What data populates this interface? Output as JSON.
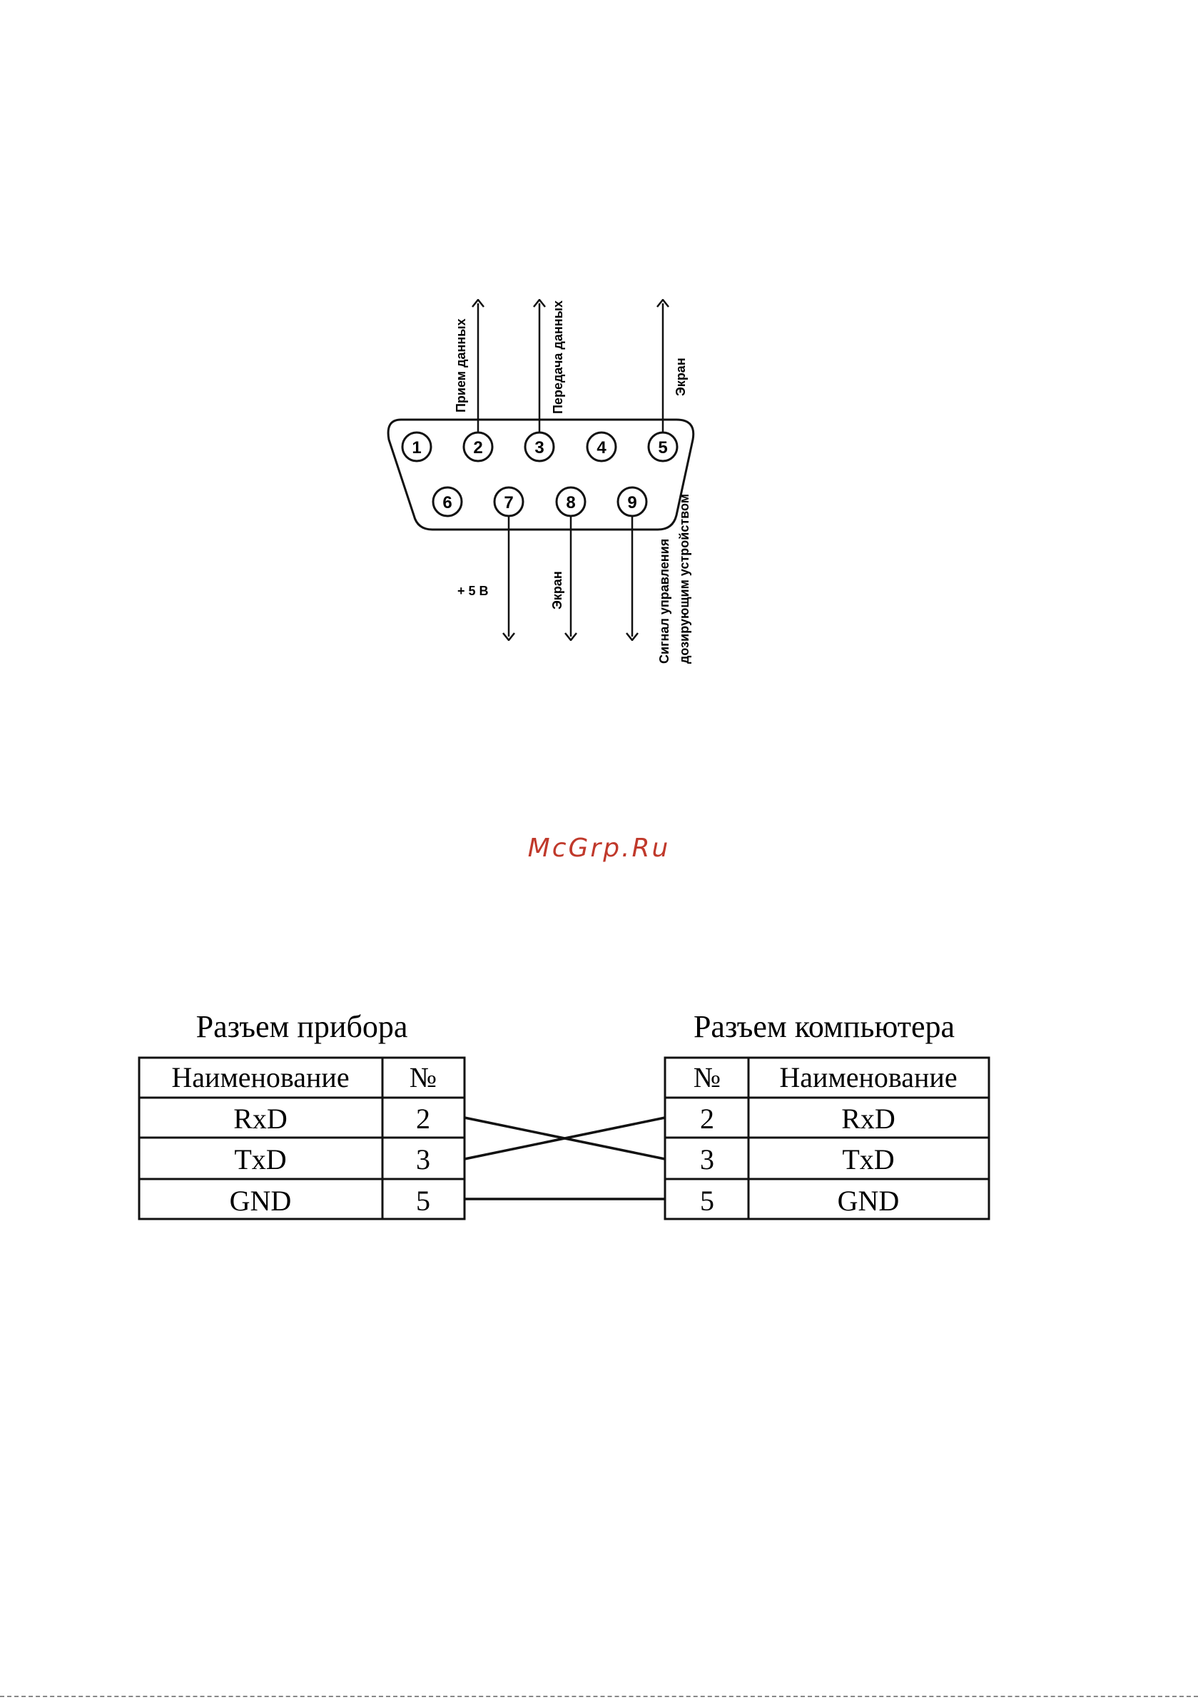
{
  "connector": {
    "top_pins": [
      "1",
      "2",
      "3",
      "4",
      "5"
    ],
    "bottom_pins": [
      "6",
      "7",
      "8",
      "9"
    ],
    "labels": {
      "pin2": "Прием данных",
      "pin3": "Передача данных",
      "pin5": "Экран",
      "pin7": "+ 5 В",
      "pin8": "Экран",
      "pin9_line1": "Сигнал управления",
      "pin9_line2": "дозирующим устройством"
    }
  },
  "watermark": {
    "text": "McGrp.Ru",
    "color": "#c0392b"
  },
  "wiring": {
    "device": {
      "title": "Разъем прибора",
      "headers": {
        "name": "Наименование",
        "num": "№"
      },
      "rows": [
        {
          "name": "RxD",
          "num": "2"
        },
        {
          "name": "TxD",
          "num": "3"
        },
        {
          "name": "GND",
          "num": "5"
        }
      ]
    },
    "computer": {
      "title": "Разъем компьютера",
      "headers": {
        "num": "№",
        "name": "Наименование"
      },
      "rows": [
        {
          "num": "2",
          "name": "RxD"
        },
        {
          "num": "3",
          "name": "TxD"
        },
        {
          "num": "5",
          "name": "GND"
        }
      ]
    }
  }
}
